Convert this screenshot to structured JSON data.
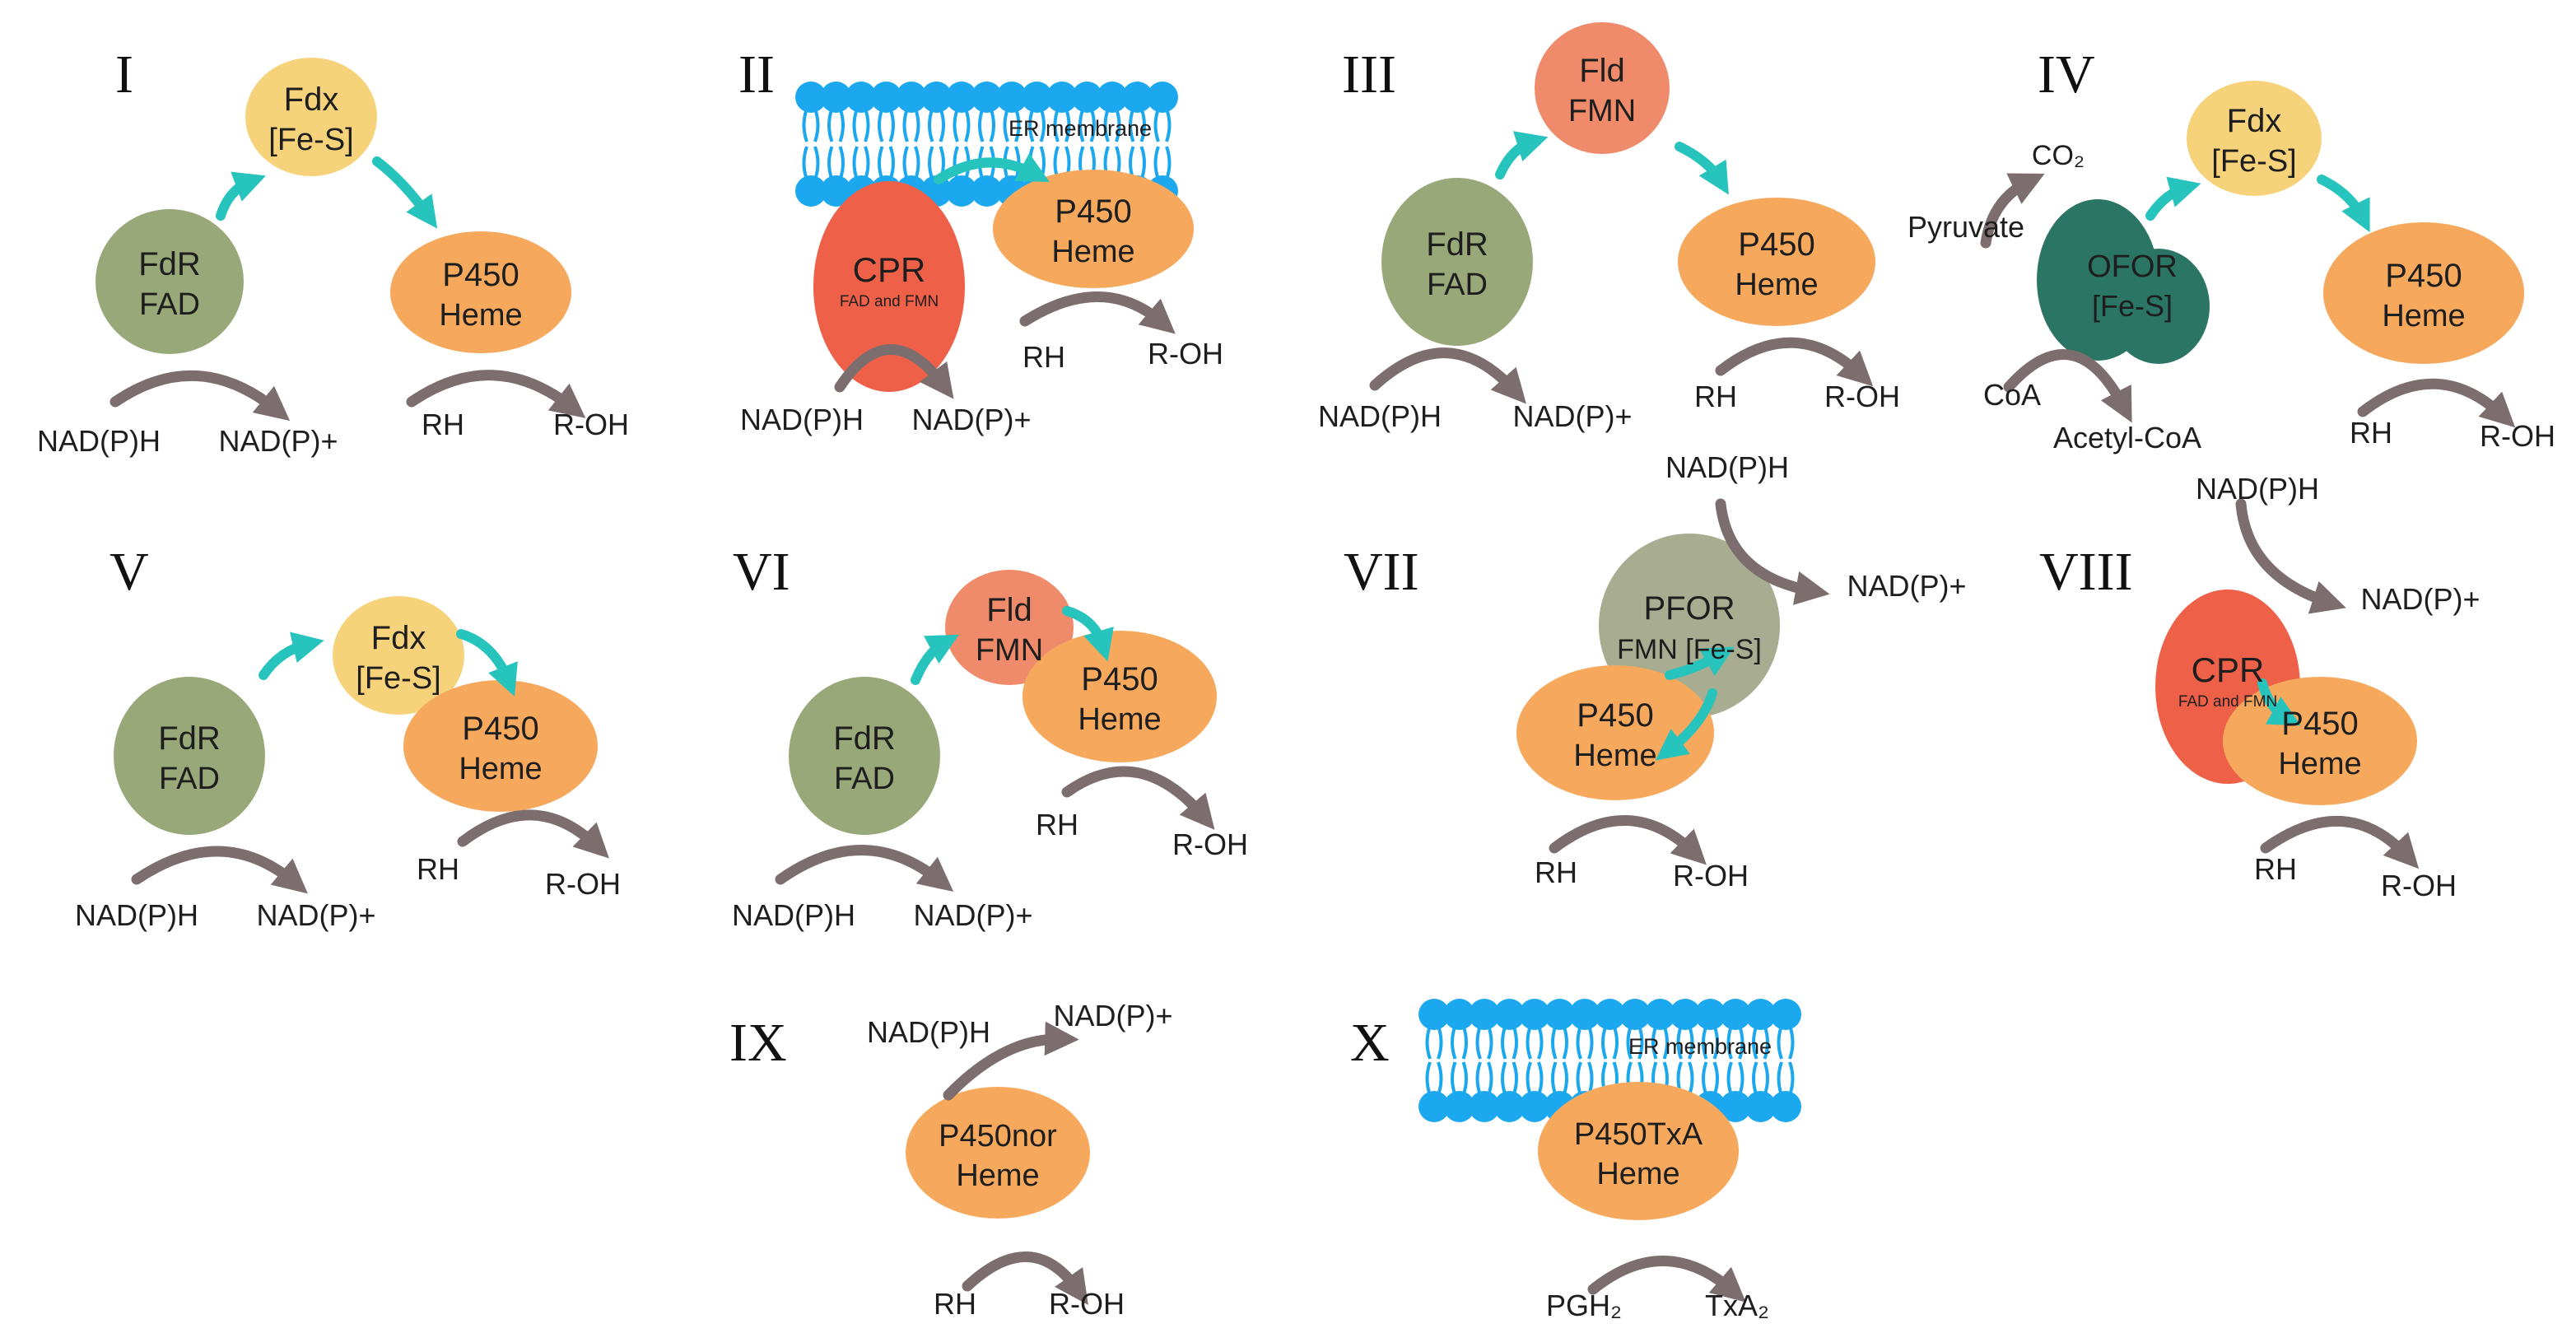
{
  "colors": {
    "fdr": "#98a878",
    "fdx": "#f6d27a",
    "p450": "#f6a85c",
    "cpr": "#ee6148",
    "fld": "#ef8b6b",
    "ofor": "#2b7565",
    "pfor": "#a8ac90",
    "membrane": "#1ca8ee",
    "cyan_arrow": "#27c3bd",
    "gray_arrow": "#7c6e6e"
  },
  "panels": [
    {
      "id": "I",
      "label": "I",
      "proteins": [
        {
          "key": "fdx",
          "lines": [
            "Fdx",
            "[Fe-S]"
          ]
        },
        {
          "key": "fdr",
          "lines": [
            "FdR",
            "FAD"
          ]
        },
        {
          "key": "p450",
          "lines": [
            "P450",
            "Heme"
          ]
        }
      ],
      "texts": [
        "NAD(P)H",
        "NAD(P)+",
        "RH",
        "R-OH"
      ]
    },
    {
      "id": "II",
      "label": "II",
      "membrane_label": "ER membrane",
      "proteins": [
        {
          "key": "cpr",
          "lines": [
            "CPR"
          ],
          "sub": "FAD and FMN"
        },
        {
          "key": "p450",
          "lines": [
            "P450",
            "Heme"
          ]
        }
      ],
      "texts": [
        "NAD(P)H",
        "NAD(P)+",
        "RH",
        "R-OH"
      ]
    },
    {
      "id": "III",
      "label": "III",
      "proteins": [
        {
          "key": "fld",
          "lines": [
            "Fld",
            "FMN"
          ]
        },
        {
          "key": "fdr",
          "lines": [
            "FdR",
            "FAD"
          ]
        },
        {
          "key": "p450",
          "lines": [
            "P450",
            "Heme"
          ]
        }
      ],
      "texts": [
        "NAD(P)H",
        "NAD(P)+",
        "RH",
        "R-OH"
      ]
    },
    {
      "id": "IV",
      "label": "IV",
      "proteins": [
        {
          "key": "fdx",
          "lines": [
            "Fdx",
            "[Fe-S]"
          ]
        },
        {
          "key": "ofor",
          "lines": [
            "OFOR",
            "[Fe-S]"
          ]
        },
        {
          "key": "p450",
          "lines": [
            "P450",
            "Heme"
          ]
        }
      ],
      "texts": [
        "CO₂",
        "Pyruvate",
        "CoA",
        "Acetyl-CoA",
        "RH",
        "R-OH"
      ]
    },
    {
      "id": "V",
      "label": "V",
      "proteins": [
        {
          "key": "fdx",
          "lines": [
            "Fdx",
            "[Fe-S]"
          ]
        },
        {
          "key": "fdr",
          "lines": [
            "FdR",
            "FAD"
          ]
        },
        {
          "key": "p450",
          "lines": [
            "P450",
            "Heme"
          ]
        }
      ],
      "texts": [
        "NAD(P)H",
        "NAD(P)+",
        "RH",
        "R-OH"
      ]
    },
    {
      "id": "VI",
      "label": "VI",
      "proteins": [
        {
          "key": "fld",
          "lines": [
            "Fld",
            "FMN"
          ]
        },
        {
          "key": "fdr",
          "lines": [
            "FdR",
            "FAD"
          ]
        },
        {
          "key": "p450",
          "lines": [
            "P450",
            "Heme"
          ]
        }
      ],
      "texts": [
        "NAD(P)H",
        "NAD(P)+",
        "RH",
        "R-OH"
      ]
    },
    {
      "id": "VII",
      "label": "VII",
      "proteins": [
        {
          "key": "pfor",
          "lines": [
            "PFOR",
            "FMN [Fe-S]"
          ]
        },
        {
          "key": "p450",
          "lines": [
            "P450",
            "Heme"
          ]
        }
      ],
      "texts": [
        "NAD(P)H",
        "NAD(P)+",
        "RH",
        "R-OH"
      ]
    },
    {
      "id": "VIII",
      "label": "VIII",
      "proteins": [
        {
          "key": "cpr",
          "lines": [
            "CPR"
          ],
          "sub": "FAD and FMN"
        },
        {
          "key": "p450",
          "lines": [
            "P450",
            "Heme"
          ]
        }
      ],
      "texts": [
        "NAD(P)H",
        "NAD(P)+",
        "RH",
        "R-OH"
      ]
    },
    {
      "id": "IX",
      "label": "IX",
      "proteins": [
        {
          "key": "p450",
          "lines": [
            "P450nor",
            "Heme"
          ]
        }
      ],
      "texts": [
        "NAD(P)H",
        "NAD(P)+",
        "RH",
        "R-OH"
      ]
    },
    {
      "id": "X",
      "label": "X",
      "membrane_label": "ER membrane",
      "proteins": [
        {
          "key": "p450",
          "lines": [
            "P450TxA",
            "Heme"
          ]
        }
      ],
      "texts": [
        "PGH₂",
        "TxA₂"
      ]
    }
  ]
}
